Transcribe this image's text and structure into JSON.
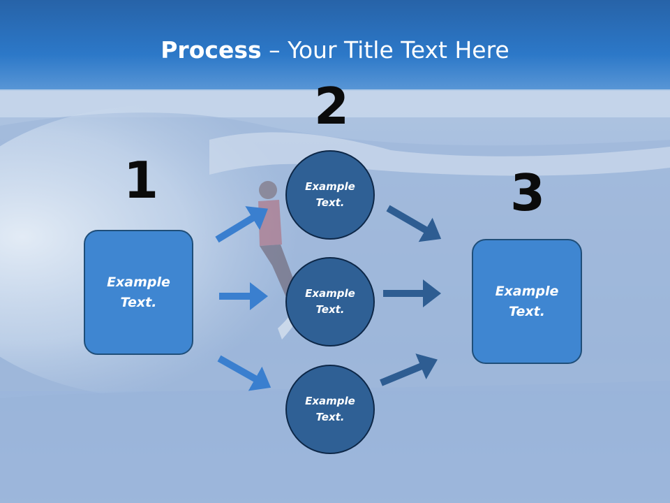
{
  "title": {
    "bold": "Process",
    "rest": " – Your Title Text Here"
  },
  "steps": {
    "one": "1",
    "two": "2",
    "three": "3"
  },
  "left_box": {
    "line1": "Example",
    "line2": "Text."
  },
  "circles": [
    {
      "line1": "Example",
      "line2": "Text."
    },
    {
      "line1": "Example",
      "line2": "Text."
    },
    {
      "line1": "Example",
      "line2": "Text."
    }
  ],
  "right_box": {
    "line1": "Example",
    "line2": "Text."
  },
  "colors": {
    "header_blue": "#2a6fb8",
    "box_fill": "#3f86d1",
    "circle_fill": "#2f6095",
    "left_arrow": "#3a7fcf",
    "right_arrow": "#2e5d92"
  }
}
